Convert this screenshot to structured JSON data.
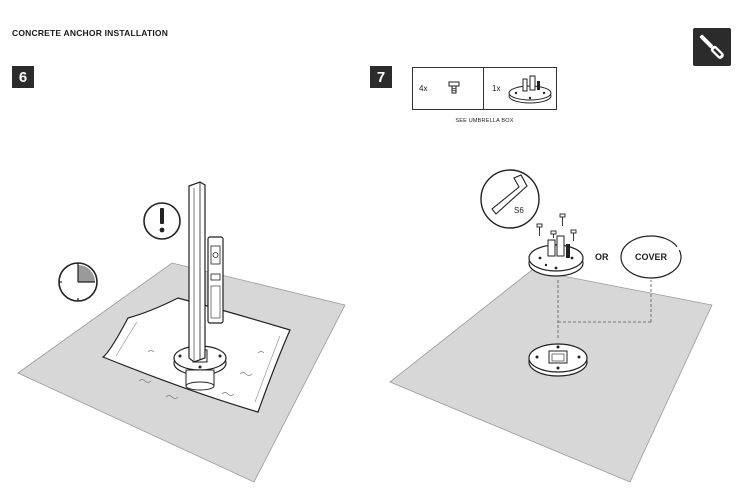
{
  "header": {
    "title": "CONCRETE ANCHOR INSTALLATION"
  },
  "steps": [
    {
      "number": "6"
    },
    {
      "number": "7"
    }
  ],
  "icons": {
    "tool": "screwdriver-icon",
    "warning": "exclamation-icon",
    "timer": "quarter-clock-icon",
    "wrench": "allen-key-icon"
  },
  "parts": {
    "items": [
      {
        "qty": "4x",
        "icon": "bolt-icon"
      },
      {
        "qty": "1x",
        "icon": "umbrella-base-plate-icon"
      }
    ],
    "note": "SEE UMBRELLA BOX"
  },
  "step7": {
    "wrench_size": "S6",
    "or_label": "OR",
    "cover_label": "COVER"
  },
  "colors": {
    "ground": "#d7d7d7",
    "badge": "#2b2b2b",
    "line": "#333333"
  }
}
